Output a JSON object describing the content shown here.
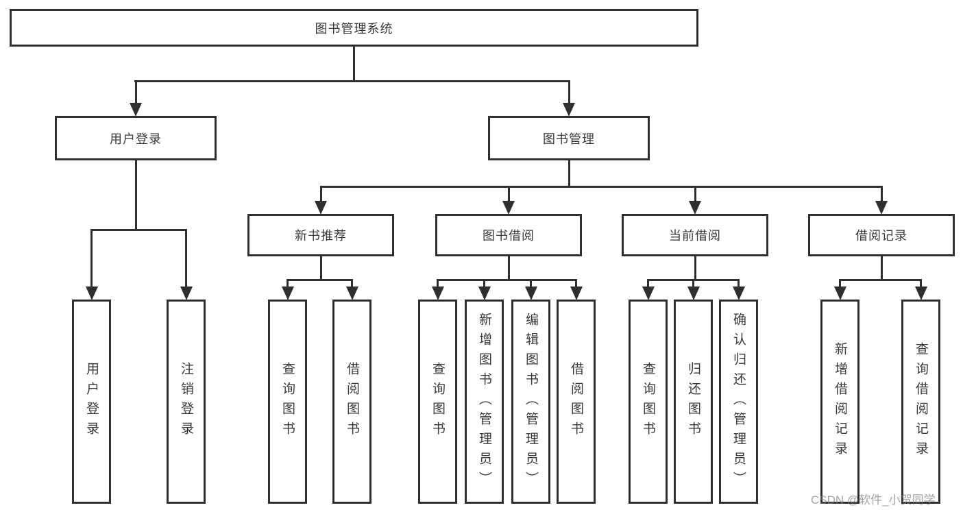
{
  "diagram": {
    "title": "图书管理系统",
    "level2": {
      "user_login": "用户登录",
      "book_mgmt": "图书管理"
    },
    "level3": {
      "new_book_rec": "新书推荐",
      "book_borrow": "图书借阅",
      "current_borrow": "当前借阅",
      "borrow_records": "借阅记录"
    },
    "leaves": {
      "user_login_login": "用户登录",
      "user_login_logout": "注销登录",
      "rec_query_book": "查询图书",
      "rec_borrow_book": "借阅图书",
      "bb_query_book": "查询图书",
      "bb_add_book": "新增图书（管理员）",
      "bb_edit_book": "编辑图书（管理员）",
      "bb_borrow_book": "借阅图书",
      "cb_query_book": "查询图书",
      "cb_return_book": "归还图书",
      "cb_confirm_return": "确认归还（管理员）",
      "br_add_record": "新增借阅记录",
      "br_query_record": "查询借阅记录"
    }
  },
  "watermark": "CSDN @软件_小贺同学"
}
